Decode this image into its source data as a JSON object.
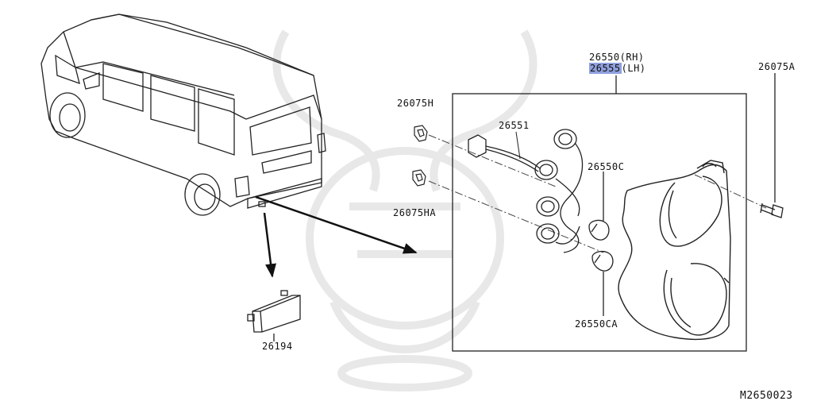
{
  "labels": {
    "p26550_rh": "26550(RH)",
    "p26555_lh_part": "26555",
    "p26555_lh_side": "(LH)",
    "p26075a": "26075A",
    "p26075h": "26075H",
    "p26075ha": "26075HA",
    "p26551": "26551",
    "p26550c": "26550C",
    "p26550ca": "26550CA",
    "p26194": "26194",
    "diagram_code": "M2650023"
  },
  "colors": {
    "line": "#222222",
    "highlight": "#8fa0dd",
    "watermark": "#e6e6e6"
  }
}
